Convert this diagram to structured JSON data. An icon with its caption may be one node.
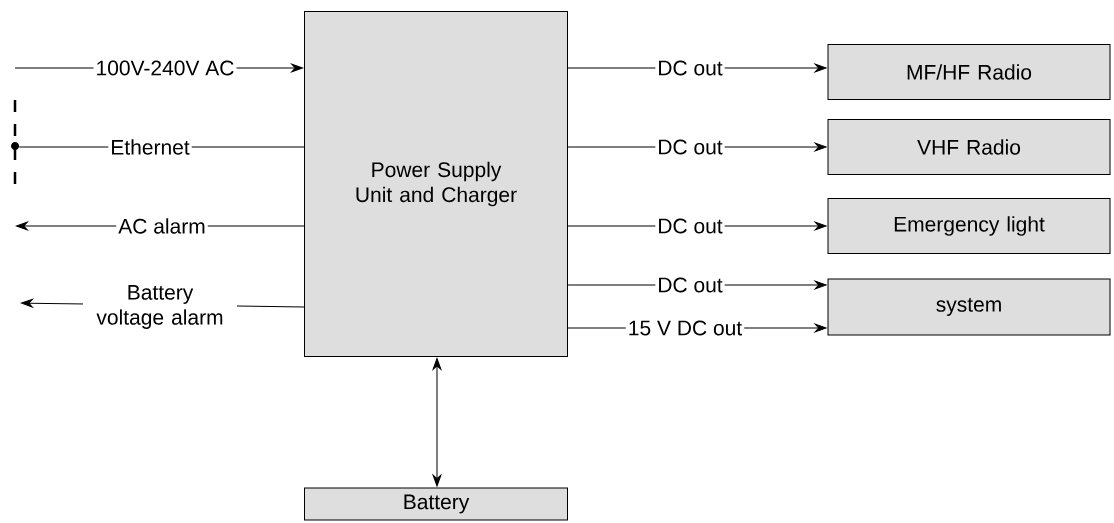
{
  "diagram": {
    "nodes": [
      {
        "text": [
          "Power Supply Unit and Charger"
        ]
      },
      {
        "text": [
          "MF/HF Radio"
        ]
      },
      {
        "text": [
          "VHF Radio"
        ]
      },
      {
        "text": [
          "Emergency light"
        ]
      },
      {
        "text": [
          "system"
        ]
      },
      {
        "text": [
          "Battery"
        ]
      },
      {
        "text": [],
        "shape": "bar"
      }
    ],
    "edges": [
      {
        "from": null,
        "to": 0,
        "arrow": "to",
        "label": "100V-240V AC"
      },
      {
        "from": 6,
        "to": 0,
        "arrow": "none",
        "label": "Ethernet"
      },
      {
        "from": 0,
        "to": null,
        "arrow": "to",
        "label": "AC alarm"
      },
      {
        "from": 0,
        "to": null,
        "arrow": "to",
        "label": "Battery voltage alarm"
      },
      {
        "from": 0,
        "to": 1,
        "arrow": "to",
        "label": "DC out"
      },
      {
        "from": 0,
        "to": 2,
        "arrow": "to",
        "label": "DC out"
      },
      {
        "from": 0,
        "to": 3,
        "arrow": "to",
        "label": "DC out"
      },
      {
        "from": 0,
        "to": 4,
        "arrow": "to",
        "label": "DC out"
      },
      {
        "from": 0,
        "to": 4,
        "arrow": "to",
        "label": "15 V DC out"
      },
      {
        "from": 0,
        "to": 5,
        "arrow": "both"
      }
    ]
  }
}
